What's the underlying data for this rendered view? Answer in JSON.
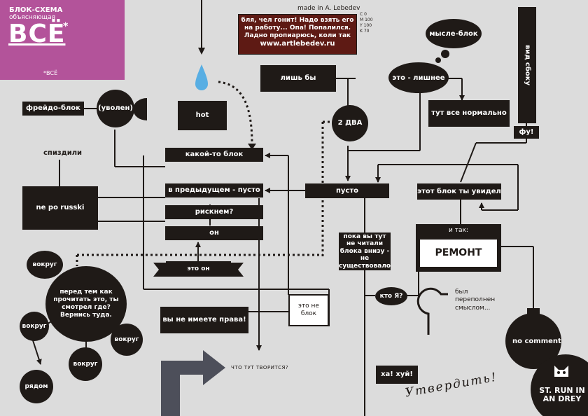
{
  "colors": {
    "background": "#dcdcdc",
    "ink": "#1f1a17",
    "pink": "#b3539a",
    "maroon": "#5e1a14",
    "drop": "#58aee3",
    "arrow_gray": "#4d4f5a"
  },
  "header": {
    "small_title_line1": "БЛОК-СХЕМА",
    "small_title_line2": "объясняющая",
    "big_title": "ВСЁ",
    "star": "*",
    "footnote": "*ВСЁ"
  },
  "credit": {
    "text": "made in A. Lebedev",
    "cmyk": [
      "C 0",
      "M 100",
      "Y 100",
      "K 70"
    ]
  },
  "quote_box": {
    "line1": "бля, чел гонит! Надо взять его",
    "line2": "на работу... Опа! Попалился.",
    "line3": "Ладно пропиарюсь, коли так",
    "url": "www.artlebedev.ru"
  },
  "nodes": {
    "freud_block": "фрейдо-блок",
    "fired": "(уволен)",
    "stole": "спиздили",
    "ne_po_russki": "ne po russki",
    "hot": "hot",
    "some_block": "какой-то блок",
    "prev_empty": "в предыдущем - пусто",
    "risk": "рискнем?",
    "he": "он",
    "this_is_him": "это он",
    "only_if": "лишь бы",
    "two_two": "2 ДВА",
    "empty": "пусто",
    "thought_block": "мысле-блок",
    "superfluous": "это - лишнее",
    "all_normal": "тут все нормально",
    "side_view": "вид сбоку",
    "fu": "фу!",
    "saw_block": "этот блок ты увидел",
    "and_so": "и так:",
    "repair": "РЕМОНТ",
    "while_you": "пока вы тут не читали блока внизу - не существовало",
    "who_am_i": "кто Я?",
    "was_full": "был переполнен смыслом...",
    "no_comment": "no comment",
    "not_a_block": "это не блок",
    "no_right": "вы не имеете права!",
    "whats_going_on": "ЧТО ТУТ ТВОРИТСЯ?",
    "ha_fuck": "ха! хуй!",
    "central": "перед тем как прочитать это, ты смотрел где? Вернись туда.",
    "around_1": "вокруг",
    "around_2": "вокруг",
    "around_3": "вокруг",
    "around_4": "вокруг",
    "nearby": "рядом",
    "scribble": "Утвердить!",
    "badge": "ST. RUN IN AN DREY"
  }
}
